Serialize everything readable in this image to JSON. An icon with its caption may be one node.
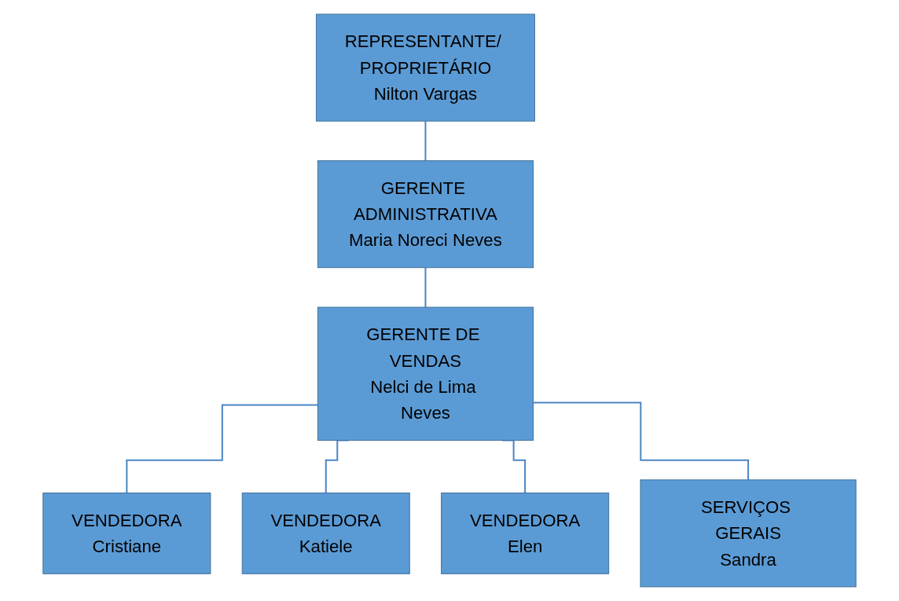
{
  "diagram": {
    "nodes": [
      {
        "text": [
          "REPRESENTANTE/ PROPRIETÁRIO",
          "Nilton Vargas"
        ]
      },
      {
        "text": [
          "GERENTE ADMINISTRATIVA",
          "Maria Noreci Neves"
        ]
      },
      {
        "text": [
          "GERENTE DE VENDAS",
          "Nelci de Lima Neves"
        ]
      },
      {
        "text": [
          "VENDEDORA",
          "Cristiane"
        ]
      },
      {
        "text": [
          "VENDEDORA",
          "Katiele"
        ]
      },
      {
        "text": [
          "VENDEDORA",
          "Elen"
        ]
      },
      {
        "text": [
          "SERVIÇOS GERAIS",
          "Sandra"
        ]
      }
    ],
    "edges": [
      {
        "from": 0,
        "to": 1,
        "arrow": "none"
      },
      {
        "from": 1,
        "to": 2,
        "arrow": "none"
      },
      {
        "from": 2,
        "to": 3,
        "arrow": "none"
      },
      {
        "from": 2,
        "to": 4,
        "arrow": "none"
      },
      {
        "from": 2,
        "to": 5,
        "arrow": "none"
      },
      {
        "from": 2,
        "to": 6,
        "arrow": "none"
      }
    ]
  }
}
